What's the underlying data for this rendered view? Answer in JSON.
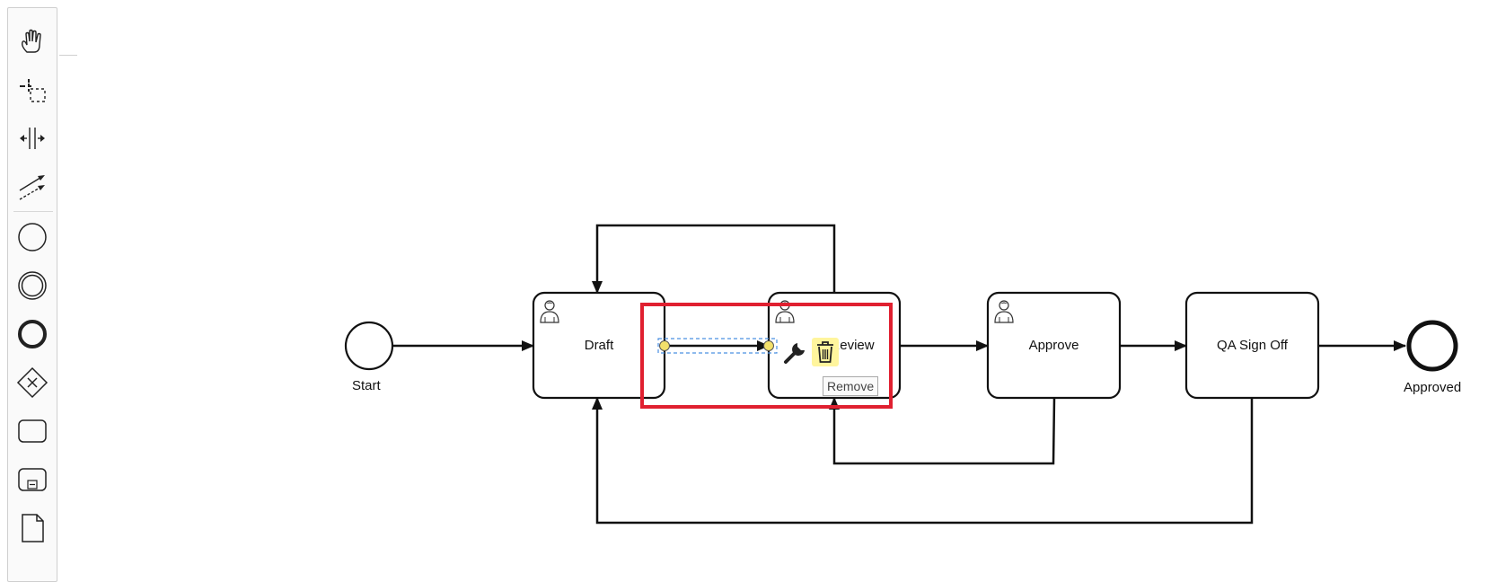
{
  "palette": {
    "tools": [
      {
        "name": "hand-tool",
        "icon": "hand-icon"
      },
      {
        "name": "lasso-tool",
        "icon": "lasso-icon"
      },
      {
        "name": "space-tool",
        "icon": "space-icon"
      },
      {
        "name": "global-connect-tool",
        "icon": "connect-icon"
      },
      {
        "name": "create-start-event",
        "icon": "start-event-icon"
      },
      {
        "name": "create-intermediate-event",
        "icon": "intermediate-event-icon"
      },
      {
        "name": "create-end-event",
        "icon": "end-event-icon"
      },
      {
        "name": "create-gateway",
        "icon": "exclusive-gateway-icon"
      },
      {
        "name": "create-task",
        "icon": "task-icon"
      },
      {
        "name": "create-subprocess",
        "icon": "subprocess-icon"
      },
      {
        "name": "create-data-object",
        "icon": "data-object-icon"
      }
    ]
  },
  "diagram": {
    "start_event": {
      "label": "Start"
    },
    "end_event": {
      "label": "Approved"
    },
    "tasks": [
      {
        "id": "draft",
        "label": "Draft",
        "type": "user-task"
      },
      {
        "id": "review",
        "label": "Review",
        "type": "user-task"
      },
      {
        "id": "approve",
        "label": "Approve",
        "type": "user-task"
      },
      {
        "id": "qa",
        "label": "QA Sign Off",
        "type": "user-task"
      }
    ]
  },
  "context_pad": {
    "items": [
      {
        "name": "change-type",
        "icon": "wrench-icon"
      },
      {
        "name": "remove",
        "icon": "trash-icon"
      }
    ],
    "tooltip": "Remove"
  },
  "colors": {
    "stroke": "#111111",
    "selection": "#4a90e2",
    "handle": "#f3e06b",
    "context_hover": "#fff59d",
    "highlight": "#e02030"
  }
}
